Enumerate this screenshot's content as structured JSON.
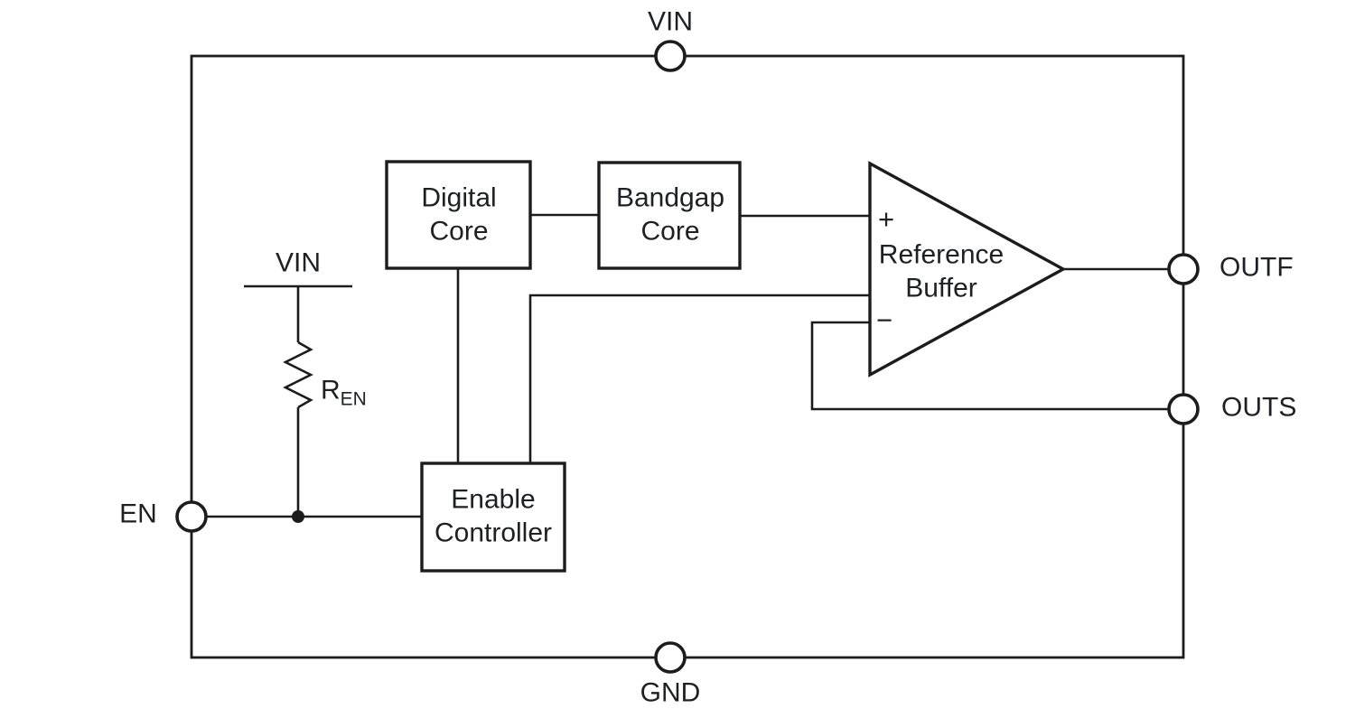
{
  "diagram": {
    "title": "voltage-reference-ic-functional-block-diagram",
    "pins": {
      "vin": "VIN",
      "gnd": "GND",
      "en": "EN",
      "outf": "OUTF",
      "outs": "OUTS"
    },
    "blocks": {
      "digital_core": "Digital\nCore",
      "bandgap_core": "Bandgap\nCore",
      "enable_controller": "Enable\nController",
      "reference_buffer": "Reference\nBuffer"
    },
    "symbols": {
      "plus_input": "+",
      "minus_input": "−",
      "internal_rail": "VIN",
      "resistor_base": "R",
      "resistor_sub": "EN"
    },
    "colors": {
      "line": "#1c1c1c",
      "text": "#1e2025",
      "background": "#ffffff"
    }
  }
}
